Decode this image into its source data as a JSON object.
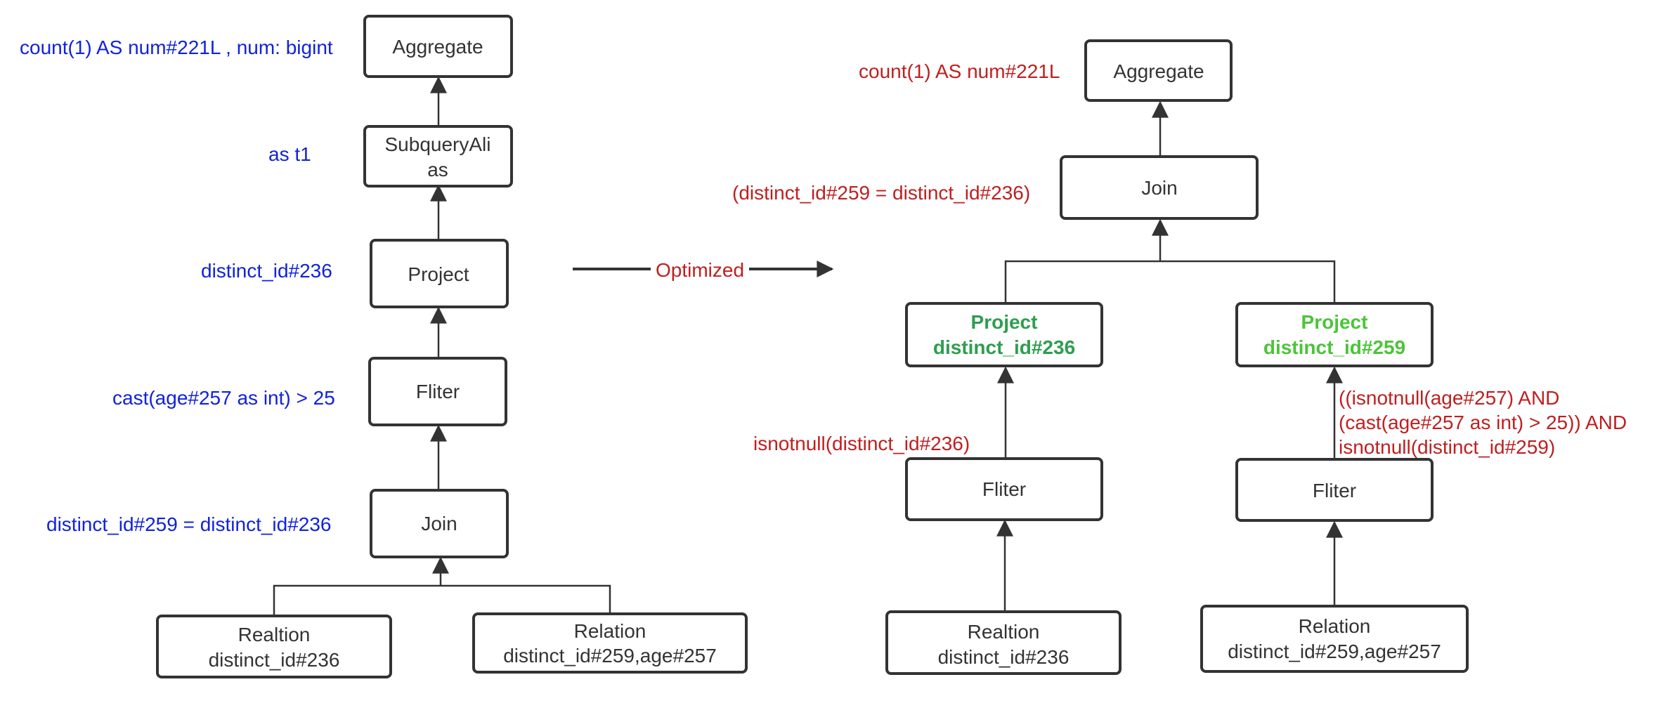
{
  "colors": {
    "original_annotation": "#1122dd",
    "optimized_annotation": "#bf1f1f",
    "project_left": "#2e9e4f",
    "project_right": "#4cc43a",
    "node_border": "#333333",
    "node_text": "#333333"
  },
  "left_plan": {
    "aggregate": "Aggregate",
    "subquery_alias_line1": "SubqueryAli",
    "subquery_alias_line2": "as",
    "project": "Project",
    "filter": "Fliter",
    "join": "Join",
    "relation_a_line1": "Realtion",
    "relation_a_line2": "distinct_id#236",
    "relation_b_line1": "Relation",
    "relation_b_line2": "distinct_id#259,age#257",
    "annotations": {
      "aggregate": "count(1) AS num#221L , num: bigint",
      "subquery_alias": "as t1",
      "project": "distinct_id#236",
      "filter": "cast(age#257 as int) > 25",
      "join": "distinct_id#259 = distinct_id#236"
    }
  },
  "transition_label": "Optimized",
  "right_plan": {
    "aggregate": "Aggregate",
    "join": "Join",
    "project_left_line1": "Project",
    "project_left_line2": "distinct_id#236",
    "project_right_line1": "Project",
    "project_right_line2": "distinct_id#259",
    "filter_left": "Fliter",
    "filter_right": "Fliter",
    "relation_a_line1": "Realtion",
    "relation_a_line2": "distinct_id#236",
    "relation_b_line1": "Relation",
    "relation_b_line2": "distinct_id#259,age#257",
    "annotations": {
      "aggregate": "count(1) AS num#221L",
      "join": "(distinct_id#259 = distinct_id#236)",
      "filter_left": "isnotnull(distinct_id#236)",
      "filter_right_line1": "((isnotnull(age#257) AND",
      "filter_right_line2": "(cast(age#257 as int) > 25)) AND",
      "filter_right_line3": "isnotnull(distinct_id#259)"
    }
  }
}
